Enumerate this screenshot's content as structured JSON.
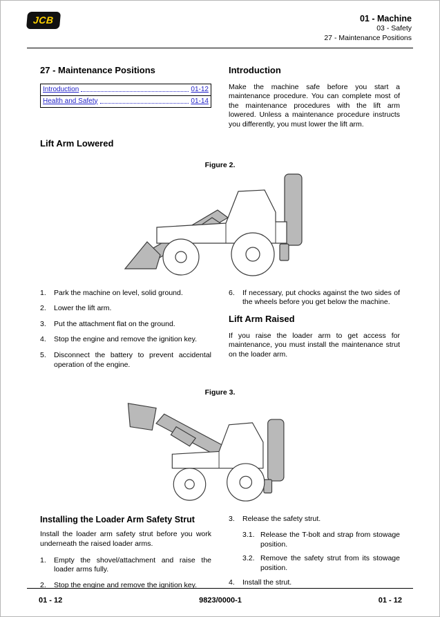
{
  "colors": {
    "link": "#2323c8",
    "figure_gray": "#b9b9b9",
    "logo_bg": "#111111",
    "logo_text": "#ffd200"
  },
  "logo": {
    "text": "JCB"
  },
  "header": {
    "chapter": "01 - Machine",
    "section": "03 - Safety",
    "subsection": "27 - Maintenance Positions"
  },
  "toc": {
    "title": "27 - Maintenance Positions",
    "items": [
      {
        "label": "Introduction",
        "page": "01-12"
      },
      {
        "label": "Health and Safety",
        "page": "01-14"
      }
    ]
  },
  "introduction": {
    "heading": "Introduction",
    "body": "Make the machine safe before you start a maintenance procedure. You can complete most of the maintenance procedures with the lift arm lowered. Unless a maintenance procedure instructs you differently, you must lower the lift arm."
  },
  "lift_arm_lowered": {
    "heading": "Lift Arm Lowered",
    "figure_caption": "Figure 2.",
    "steps": [
      {
        "num": "1.",
        "text": "Park the machine on level, solid ground."
      },
      {
        "num": "2.",
        "text": "Lower the lift arm."
      },
      {
        "num": "3.",
        "text": "Put the attachment flat on the ground."
      },
      {
        "num": "4.",
        "text": "Stop the engine and remove the ignition key."
      },
      {
        "num": "5.",
        "text": "Disconnect the battery to prevent accidental operation of the engine."
      },
      {
        "num": "6.",
        "text": "If necessary, put chocks against the two sides of the wheels before you get below the machine."
      }
    ]
  },
  "lift_arm_raised": {
    "heading": "Lift Arm Raised",
    "body": "If you raise the loader arm to get access for maintenance, you must install the maintenance strut on the loader arm.",
    "figure_caption": "Figure 3."
  },
  "installing_strut": {
    "heading": "Installing the Loader Arm Safety Strut",
    "body": "Install the loader arm safety strut before you work underneath the raised loader arms.",
    "steps": [
      {
        "num": "1.",
        "text": "Empty the shovel/attachment and raise the loader arms fully."
      },
      {
        "num": "2.",
        "text": "Stop the engine and remove the ignition key."
      },
      {
        "num": "3.",
        "text": "Release the safety strut."
      },
      {
        "num": "3.1.",
        "text": "Release the T-bolt and strap from stowage position."
      },
      {
        "num": "3.2.",
        "text": "Remove the safety strut from its stowage position."
      },
      {
        "num": "4.",
        "text": "Install the strut."
      }
    ]
  },
  "footer": {
    "left": "01 - 12",
    "center": "9823/0000-1",
    "right": "01 - 12"
  }
}
